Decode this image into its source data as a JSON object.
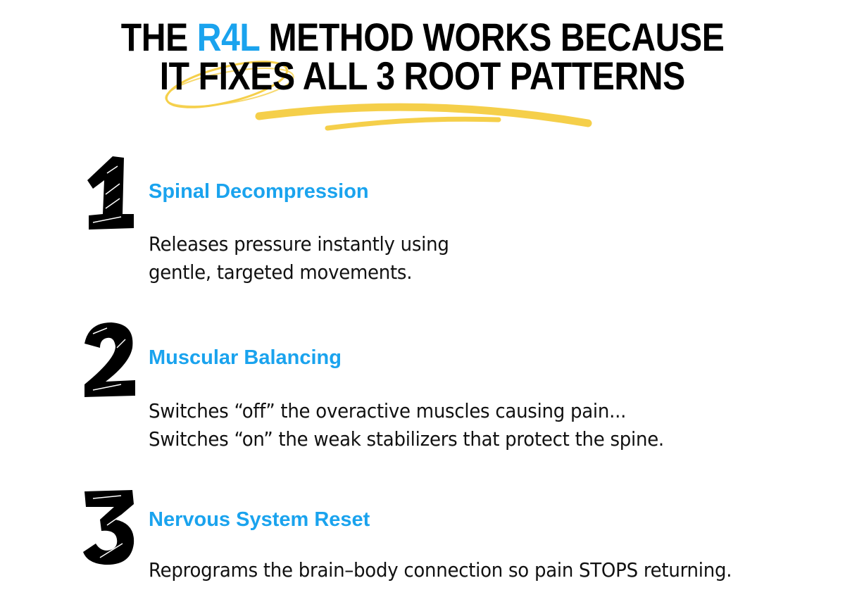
{
  "title": {
    "line1_pre": "THE ",
    "line1_accent": "R4L",
    "line1_post": " METHOD WORKS BECAUSE",
    "line2": "IT FIXES ALL 3 ROOT PATTERNS"
  },
  "colors": {
    "accent": "#1aa3ee",
    "highlight": "#f5cf4a",
    "text": "#000000"
  },
  "items": [
    {
      "number": "1",
      "heading": "Spinal Decompression",
      "lines": [
        "Releases pressure instantly using",
        "gentle, targeted movements."
      ]
    },
    {
      "number": "2",
      "heading": "Muscular Balancing",
      "lines": [
        "Switches “off” the overactive muscles causing pain...",
        "Switches “on” the weak stabilizers that protect the spine."
      ]
    },
    {
      "number": "3",
      "heading": "Nervous System Reset",
      "lines": [
        "Reprograms the brain–body connection so pain STOPS returning."
      ]
    }
  ]
}
